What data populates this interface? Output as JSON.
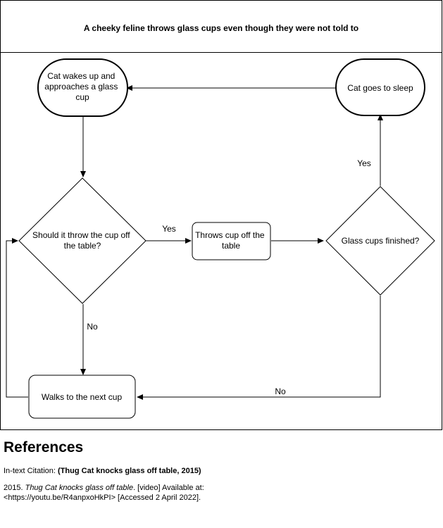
{
  "diagram": {
    "title": "A cheeky feline throws glass cups even though they were not told to",
    "nodes": {
      "wake": [
        "Cat wakes up and",
        "approaches a glass",
        "cup"
      ],
      "sleep": [
        "Cat goes to sleep"
      ],
      "decision_throw": [
        "Should it throw  the cup off",
        "the table?"
      ],
      "throws": [
        "Throws cup off the",
        "table"
      ],
      "decision_finished": [
        "Glass cups finished?"
      ],
      "walk": [
        "Walks to the next cup"
      ]
    },
    "edge_labels": {
      "throw_yes": "Yes",
      "throw_no": "No",
      "finished_yes": "Yes",
      "finished_no": "No"
    }
  },
  "references": {
    "heading": "References",
    "citation_label": "In-text Citation: ",
    "citation_value": "(Thug Cat knocks glass off table, 2015)",
    "entry_year": "2015. ",
    "entry_title": "Thug Cat knocks glass off table",
    "entry_rest_line1": ". [video] Available at:",
    "entry_line2": "<https://youtu.be/R4anpxoHkPI> [Accessed 2 April 2022]."
  }
}
